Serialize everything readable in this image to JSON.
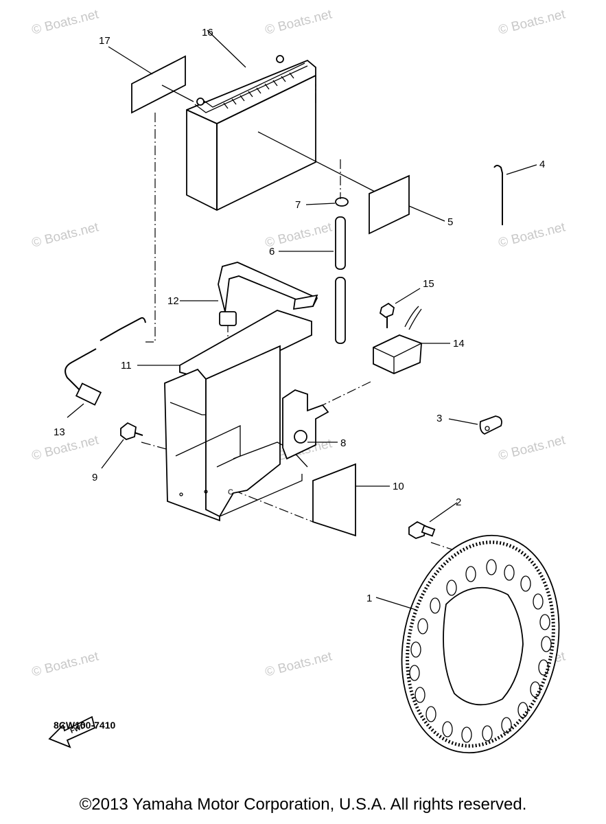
{
  "watermark": "© Boats.net",
  "callouts": [
    "1",
    "2",
    "3",
    "4",
    "5",
    "6",
    "7",
    "8",
    "9",
    "10",
    "11",
    "12",
    "13",
    "14",
    "15",
    "16",
    "17"
  ],
  "fwd_label": "FWD",
  "diagram_code": "8CW100-7410",
  "copyright": "©2013 Yamaha Motor Corporation, U.S.A. All rights reserved."
}
